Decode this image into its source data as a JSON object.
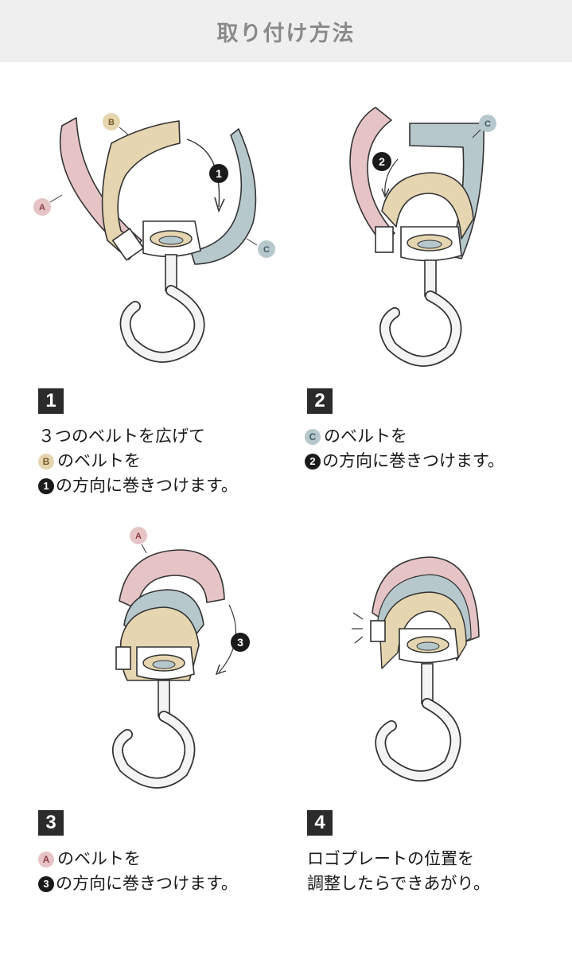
{
  "header": {
    "title": "取り付け方法"
  },
  "colors": {
    "belt_a": "#e6c4c6",
    "belt_b": "#e5d5b0",
    "belt_c": "#b7c8cd",
    "hook": "#f4f4f4"
  },
  "steps": [
    {
      "number": "1",
      "illustration": {
        "labels": [
          "A",
          "B",
          "C"
        ],
        "arrow_marker": "1"
      },
      "lines": [
        {
          "text": "３つのベルトを広げて"
        },
        {
          "badge": "B",
          "text": "のベルトを"
        },
        {
          "marker": "1",
          "text": "の方向に巻きつけます。"
        }
      ]
    },
    {
      "number": "2",
      "illustration": {
        "labels": [
          "C"
        ],
        "arrow_marker": "2"
      },
      "lines": [
        {
          "badge": "C",
          "text": "のベルトを"
        },
        {
          "marker": "2",
          "text": "の方向に巻きつけます。"
        }
      ]
    },
    {
      "number": "3",
      "illustration": {
        "labels": [
          "A"
        ],
        "arrow_marker": "3"
      },
      "lines": [
        {
          "badge": "A",
          "text": "のベルトを"
        },
        {
          "marker": "3",
          "text": "の方向に巻きつけます。"
        }
      ]
    },
    {
      "number": "4",
      "lines": [
        {
          "text": "ロゴプレートの位置を"
        },
        {
          "text": "調整したらできあがり。"
        }
      ]
    }
  ]
}
